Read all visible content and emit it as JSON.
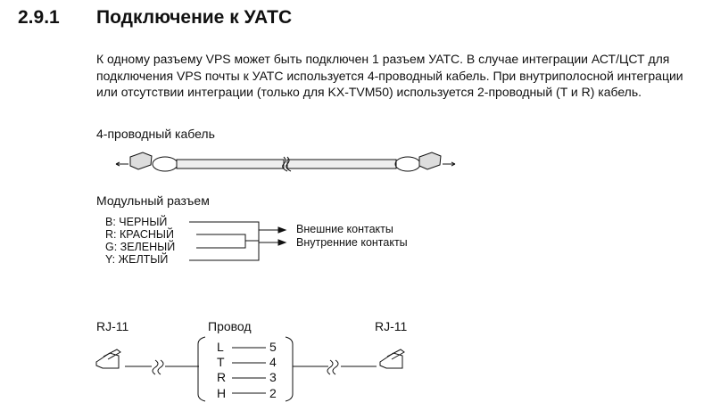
{
  "section": {
    "number": "2.9.1",
    "title": "Подключение к УАТС"
  },
  "paragraph": "К одному разъему VPS может быть подключен 1 разъем УАТС. В случае интеграции АСТ/ЦСТ для подключения VPS почты к УАТС используется 4-проводный кабель. При внутриполосной интеграции или отсутствии интеграции (только для KX-TVM50) используется 2-проводный (T и R) кабель.",
  "cable_caption": "4-проводный кабель",
  "modular_caption": "Модульный разъем",
  "wires": [
    "B: ЧЕРНЫЙ",
    "R: КРАСНЫЙ",
    "G: ЗЕЛЕНЫЙ",
    "Y: ЖЕЛТЫЙ"
  ],
  "contacts": [
    "Внешние контакты",
    "Внутренние контакты"
  ],
  "rj_left": "RJ-11",
  "rj_right": "RJ-11",
  "wire_caption": "Провод",
  "pins": [
    {
      "name": "L",
      "num": "5"
    },
    {
      "name": "T",
      "num": "4"
    },
    {
      "name": "R",
      "num": "3"
    },
    {
      "name": "H",
      "num": "2"
    }
  ]
}
